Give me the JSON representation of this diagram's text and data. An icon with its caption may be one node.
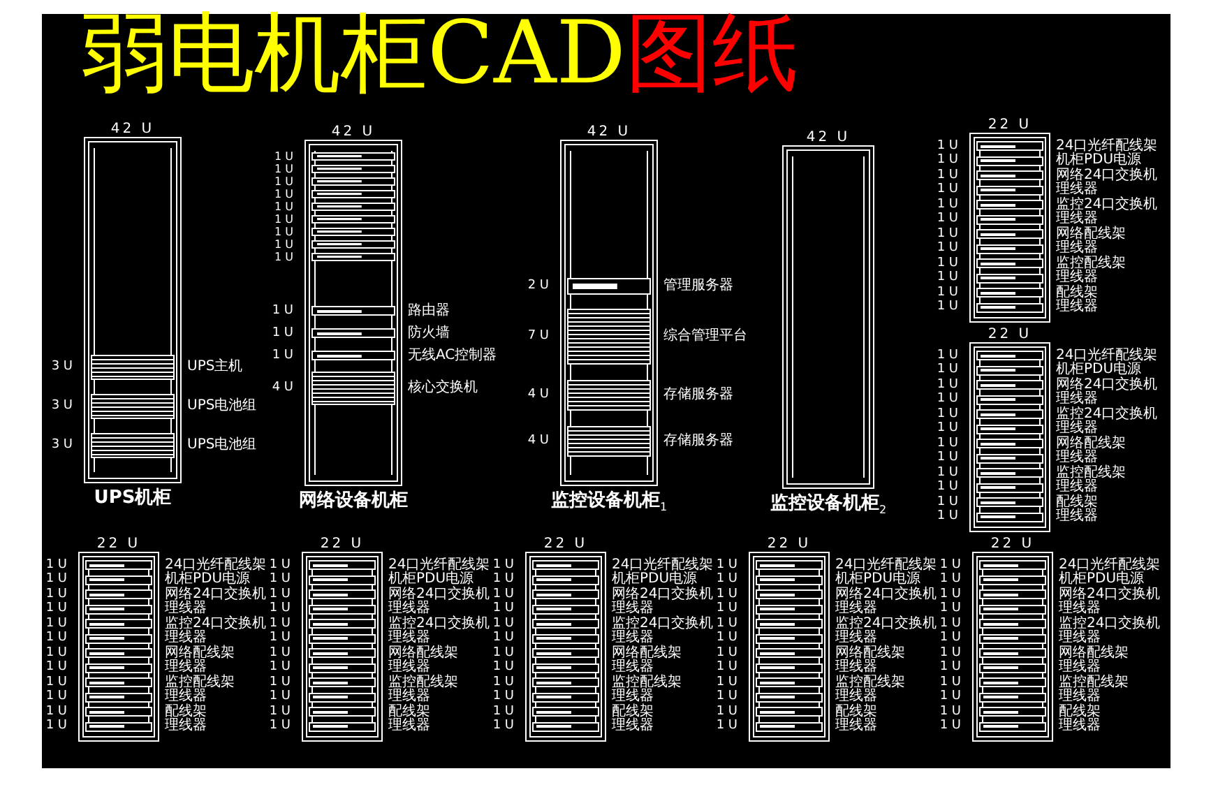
{
  "diagram": {
    "title": "弱电机柜CAD图纸",
    "nodes": [
      {
        "text": [
          "42 U"
        ],
        "beside": [
          "UPS机柜"
        ]
      },
      {
        "text": [],
        "shape": "bar",
        "in": 0,
        "beside": [
          "3 U",
          "UPS主机"
        ]
      },
      {
        "text": [],
        "shape": "bar",
        "in": 0,
        "beside": [
          "3 U",
          "UPS电池组"
        ]
      },
      {
        "text": [],
        "shape": "bar",
        "in": 0,
        "beside": [
          "3 U",
          "UPS电池组"
        ]
      },
      {
        "text": [
          "42 U"
        ],
        "beside": [
          "网络设备机柜"
        ]
      },
      {
        "text": [],
        "shape": "bar",
        "in": 4,
        "beside": [
          "1 U"
        ]
      },
      {
        "text": [],
        "shape": "bar",
        "in": 4,
        "beside": [
          "1 U"
        ]
      },
      {
        "text": [],
        "shape": "bar",
        "in": 4,
        "beside": [
          "1 U"
        ]
      },
      {
        "text": [],
        "shape": "bar",
        "in": 4,
        "beside": [
          "1 U"
        ]
      },
      {
        "text": [],
        "shape": "bar",
        "in": 4,
        "beside": [
          "1 U"
        ]
      },
      {
        "text": [],
        "shape": "bar",
        "in": 4,
        "beside": [
          "1 U"
        ]
      },
      {
        "text": [],
        "shape": "bar",
        "in": 4,
        "beside": [
          "1 U"
        ]
      },
      {
        "text": [],
        "shape": "bar",
        "in": 4,
        "beside": [
          "1 U"
        ]
      },
      {
        "text": [],
        "shape": "bar",
        "in": 4,
        "beside": [
          "1 U"
        ]
      },
      {
        "text": [],
        "shape": "bar",
        "in": 4,
        "beside": [
          "1 U",
          "路由器"
        ]
      },
      {
        "text": [],
        "shape": "bar",
        "in": 4,
        "beside": [
          "1 U",
          "防火墙"
        ]
      },
      {
        "text": [],
        "shape": "bar",
        "in": 4,
        "beside": [
          "1 U",
          "无线AC控制器"
        ]
      },
      {
        "text": [],
        "shape": "bar",
        "in": 4,
        "beside": [
          "4 U",
          "核心交换机"
        ]
      },
      {
        "text": [
          "42 U"
        ],
        "beside": [
          "监控设备机柜$_{1}$"
        ]
      },
      {
        "text": [],
        "shape": "bar",
        "in": 18,
        "beside": [
          "2 U",
          "管理服务器"
        ]
      },
      {
        "text": [],
        "shape": "bar",
        "in": 18,
        "beside": [
          "7 U",
          "综合管理平台"
        ]
      },
      {
        "text": [],
        "shape": "bar",
        "in": 18,
        "beside": [
          "4 U",
          "存储服务器"
        ]
      },
      {
        "text": [],
        "shape": "bar",
        "in": 18,
        "beside": [
          "4 U",
          "存储服务器"
        ]
      },
      {
        "text": [
          "42 U"
        ],
        "beside": [
          "监控设备机柜$_{2}$"
        ]
      },
      {
        "text": [
          "22 U"
        ]
      },
      {
        "text": [],
        "shape": "bar",
        "in": 24,
        "beside": [
          "1 U",
          "24口光纤配线架"
        ]
      },
      {
        "text": [],
        "shape": "bar",
        "in": 24,
        "beside": [
          "1 U",
          "机柜PDU电源"
        ]
      },
      {
        "text": [],
        "shape": "bar",
        "in": 24,
        "beside": [
          "1 U",
          "网络24口交换机"
        ]
      },
      {
        "text": [],
        "shape": "bar",
        "in": 24,
        "beside": [
          "1 U",
          "理线器"
        ]
      },
      {
        "text": [],
        "shape": "bar",
        "in": 24,
        "beside": [
          "1 U",
          "监控24口交换机"
        ]
      },
      {
        "text": [],
        "shape": "bar",
        "in": 24,
        "beside": [
          "1 U",
          "理线器"
        ]
      },
      {
        "text": [],
        "shape": "bar",
        "in": 24,
        "beside": [
          "1 U",
          "网络配线架"
        ]
      },
      {
        "text": [],
        "shape": "bar",
        "in": 24,
        "beside": [
          "1 U",
          "理线器"
        ]
      },
      {
        "text": [],
        "shape": "bar",
        "in": 24,
        "beside": [
          "1 U",
          "监控配线架"
        ]
      },
      {
        "text": [],
        "shape": "bar",
        "in": 24,
        "beside": [
          "1 U",
          "理线器"
        ]
      },
      {
        "text": [],
        "shape": "bar",
        "in": 24,
        "beside": [
          "1 U",
          "配线架"
        ]
      },
      {
        "text": [],
        "shape": "bar",
        "in": 24,
        "beside": [
          "1 U",
          "理线器"
        ]
      },
      {
        "text": [
          "22 U"
        ]
      },
      {
        "text": [],
        "shape": "bar",
        "in": 37,
        "beside": [
          "1 U",
          "24口光纤配线架"
        ]
      },
      {
        "text": [],
        "shape": "bar",
        "in": 37,
        "beside": [
          "1 U",
          "机柜PDU电源"
        ]
      },
      {
        "text": [],
        "shape": "bar",
        "in": 37,
        "beside": [
          "1 U",
          "网络24口交换机"
        ]
      },
      {
        "text": [],
        "shape": "bar",
        "in": 37,
        "beside": [
          "1 U",
          "理线器"
        ]
      },
      {
        "text": [],
        "shape": "bar",
        "in": 37,
        "beside": [
          "1 U",
          "监控24口交换机"
        ]
      },
      {
        "text": [],
        "shape": "bar",
        "in": 37,
        "beside": [
          "1 U",
          "理线器"
        ]
      },
      {
        "text": [],
        "shape": "bar",
        "in": 37,
        "beside": [
          "1 U",
          "网络配线架"
        ]
      },
      {
        "text": [],
        "shape": "bar",
        "in": 37,
        "beside": [
          "1 U",
          "理线器"
        ]
      },
      {
        "text": [],
        "shape": "bar",
        "in": 37,
        "beside": [
          "1 U",
          "监控配线架"
        ]
      },
      {
        "text": [],
        "shape": "bar",
        "in": 37,
        "beside": [
          "1 U",
          "理线器"
        ]
      },
      {
        "text": [],
        "shape": "bar",
        "in": 37,
        "beside": [
          "1 U",
          "配线架"
        ]
      },
      {
        "text": [],
        "shape": "bar",
        "in": 37,
        "beside": [
          "1 U",
          "理线器"
        ]
      },
      {
        "text": [
          "22 U"
        ]
      },
      {
        "text": [],
        "shape": "bar",
        "in": 50,
        "beside": [
          "1 U",
          "24口光纤配线架"
        ]
      },
      {
        "text": [],
        "shape": "bar",
        "in": 50,
        "beside": [
          "1 U",
          "机柜PDU电源"
        ]
      },
      {
        "text": [],
        "shape": "bar",
        "in": 50,
        "beside": [
          "1 U",
          "网络24口交换机"
        ]
      },
      {
        "text": [],
        "shape": "bar",
        "in": 50,
        "beside": [
          "1 U",
          "理线器"
        ]
      },
      {
        "text": [],
        "shape": "bar",
        "in": 50,
        "beside": [
          "1 U",
          "监控24口交换机"
        ]
      },
      {
        "text": [],
        "shape": "bar",
        "in": 50,
        "beside": [
          "1 U",
          "理线器"
        ]
      },
      {
        "text": [],
        "shape": "bar",
        "in": 50,
        "beside": [
          "1 U",
          "网络配线架"
        ]
      },
      {
        "text": [],
        "shape": "bar",
        "in": 50,
        "beside": [
          "1 U",
          "理线器"
        ]
      },
      {
        "text": [],
        "shape": "bar",
        "in": 50,
        "beside": [
          "1 U",
          "监控配线架"
        ]
      },
      {
        "text": [],
        "shape": "bar",
        "in": 50,
        "beside": [
          "1 U",
          "理线器"
        ]
      },
      {
        "text": [],
        "shape": "bar",
        "in": 50,
        "beside": [
          "1 U",
          "配线架"
        ]
      },
      {
        "text": [],
        "shape": "bar",
        "in": 50,
        "beside": [
          "1 U",
          "理线器"
        ]
      },
      {
        "text": [
          "22 U"
        ]
      },
      {
        "text": [],
        "shape": "bar",
        "in": 63,
        "beside": [
          "1 U",
          "24口光纤配线架"
        ]
      },
      {
        "text": [],
        "shape": "bar",
        "in": 63,
        "beside": [
          "1 U",
          "机柜PDU电源"
        ]
      },
      {
        "text": [],
        "shape": "bar",
        "in": 63,
        "beside": [
          "1 U",
          "网络24口交换机"
        ]
      },
      {
        "text": [],
        "shape": "bar",
        "in": 63,
        "beside": [
          "1 U",
          "理线器"
        ]
      },
      {
        "text": [],
        "shape": "bar",
        "in": 63,
        "beside": [
          "1 U",
          "监控24口交换机"
        ]
      },
      {
        "text": [],
        "shape": "bar",
        "in": 63,
        "beside": [
          "1 U",
          "理线器"
        ]
      },
      {
        "text": [],
        "shape": "bar",
        "in": 63,
        "beside": [
          "1 U",
          "网络配线架"
        ]
      },
      {
        "text": [],
        "shape": "bar",
        "in": 63,
        "beside": [
          "1 U",
          "理线器"
        ]
      },
      {
        "text": [],
        "shape": "bar",
        "in": 63,
        "beside": [
          "1 U",
          "监控配线架"
        ]
      },
      {
        "text": [],
        "shape": "bar",
        "in": 63,
        "beside": [
          "1 U",
          "理线器"
        ]
      },
      {
        "text": [],
        "shape": "bar",
        "in": 63,
        "beside": [
          "1 U",
          "配线架"
        ]
      },
      {
        "text": [],
        "shape": "bar",
        "in": 63,
        "beside": [
          "1 U",
          "理线器"
        ]
      },
      {
        "text": [
          "22 U"
        ]
      },
      {
        "text": [],
        "shape": "bar",
        "in": 76,
        "beside": [
          "1 U",
          "24口光纤配线架"
        ]
      },
      {
        "text": [],
        "shape": "bar",
        "in": 76,
        "beside": [
          "1 U",
          "机柜PDU电源"
        ]
      },
      {
        "text": [],
        "shape": "bar",
        "in": 76,
        "beside": [
          "1 U",
          "网络24口交换机"
        ]
      },
      {
        "text": [],
        "shape": "bar",
        "in": 76,
        "beside": [
          "1 U",
          "理线器"
        ]
      },
      {
        "text": [],
        "shape": "bar",
        "in": 76,
        "beside": [
          "1 U",
          "监控24口交换机"
        ]
      },
      {
        "text": [],
        "shape": "bar",
        "in": 76,
        "beside": [
          "1 U",
          "理线器"
        ]
      },
      {
        "text": [],
        "shape": "bar",
        "in": 76,
        "beside": [
          "1 U",
          "网络配线架"
        ]
      },
      {
        "text": [],
        "shape": "bar",
        "in": 76,
        "beside": [
          "1 U",
          "理线器"
        ]
      },
      {
        "text": [],
        "shape": "bar",
        "in": 76,
        "beside": [
          "1 U",
          "监控配线架"
        ]
      },
      {
        "text": [],
        "shape": "bar",
        "in": 76,
        "beside": [
          "1 U",
          "理线器"
        ]
      },
      {
        "text": [],
        "shape": "bar",
        "in": 76,
        "beside": [
          "1 U",
          "配线架"
        ]
      },
      {
        "text": [],
        "shape": "bar",
        "in": 76,
        "beside": [
          "1 U",
          "理线器"
        ]
      },
      {
        "text": [
          "22 U"
        ]
      },
      {
        "text": [],
        "shape": "bar",
        "in": 89,
        "beside": [
          "1 U",
          "24口光纤配线架"
        ]
      },
      {
        "text": [],
        "shape": "bar",
        "in": 89,
        "beside": [
          "1 U",
          "机柜PDU电源"
        ]
      },
      {
        "text": [],
        "shape": "bar",
        "in": 89,
        "beside": [
          "1 U",
          "网络24口交换机"
        ]
      },
      {
        "text": [],
        "shape": "bar",
        "in": 89,
        "beside": [
          "1 U",
          "理线器"
        ]
      },
      {
        "text": [],
        "shape": "bar",
        "in": 89,
        "beside": [
          "1 U",
          "监控24口交换机"
        ]
      },
      {
        "text": [],
        "shape": "bar",
        "in": 89,
        "beside": [
          "1 U",
          "理线器"
        ]
      },
      {
        "text": [],
        "shape": "bar",
        "in": 89,
        "beside": [
          "1 U",
          "网络配线架"
        ]
      },
      {
        "text": [],
        "shape": "bar",
        "in": 89,
        "beside": [
          "1 U",
          "理线器"
        ]
      },
      {
        "text": [],
        "shape": "bar",
        "in": 89,
        "beside": [
          "1 U",
          "监控配线架"
        ]
      },
      {
        "text": [],
        "shape": "bar",
        "in": 89,
        "beside": [
          "1 U",
          "理线器"
        ]
      },
      {
        "text": [],
        "shape": "bar",
        "in": 89,
        "beside": [
          "1 U",
          "配线架"
        ]
      },
      {
        "text": [],
        "shape": "bar",
        "in": 89,
        "beside": [
          "1 U",
          "理线器"
        ]
      },
      {
        "text": [
          "22 U"
        ]
      },
      {
        "text": [],
        "shape": "bar",
        "in": 102,
        "beside": [
          "1 U",
          "24口光纤配线架"
        ]
      },
      {
        "text": [],
        "shape": "bar",
        "in": 102,
        "beside": [
          "1 U",
          "机柜PDU电源"
        ]
      },
      {
        "text": [],
        "shape": "bar",
        "in": 102,
        "beside": [
          "1 U",
          "网络24口交换机"
        ]
      },
      {
        "text": [],
        "shape": "bar",
        "in": 102,
        "beside": [
          "1 U",
          "理线器"
        ]
      },
      {
        "text": [],
        "shape": "bar",
        "in": 102,
        "beside": [
          "1 U",
          "监控24口交换机"
        ]
      },
      {
        "text": [],
        "shape": "bar",
        "in": 102,
        "beside": [
          "1 U",
          "理线器"
        ]
      },
      {
        "text": [],
        "shape": "bar",
        "in": 102,
        "beside": [
          "1 U",
          "网络配线架"
        ]
      },
      {
        "text": [],
        "shape": "bar",
        "in": 102,
        "beside": [
          "1 U",
          "理线器"
        ]
      },
      {
        "text": [],
        "shape": "bar",
        "in": 102,
        "beside": [
          "1 U",
          "监控配线架"
        ]
      },
      {
        "text": [],
        "shape": "bar",
        "in": 102,
        "beside": [
          "1 U",
          "理线器"
        ]
      },
      {
        "text": [],
        "shape": "bar",
        "in": 102,
        "beside": [
          "1 U",
          "配线架"
        ]
      },
      {
        "text": [],
        "shape": "bar",
        "in": 102,
        "beside": [
          "1 U",
          "理线器"
        ]
      }
    ]
  }
}
